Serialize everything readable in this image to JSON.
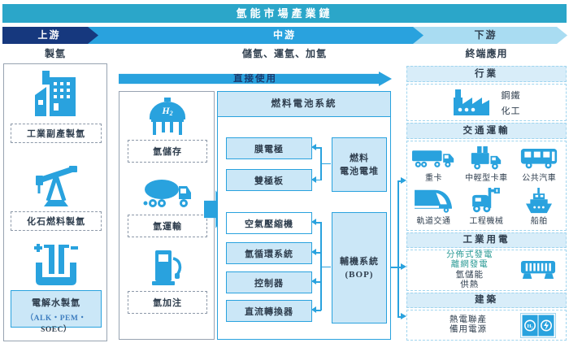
{
  "title": "氫能市場產業鏈",
  "stages": {
    "up": "上游",
    "mid": "中游",
    "down": "下游"
  },
  "col_headers": {
    "up": "製氫",
    "mid": "儲氫、運氫、加氫",
    "down": "終端應用"
  },
  "colors": {
    "title_bar": "#2BA6C9",
    "upstream_band": "#16387E",
    "midstream_band": "#29A2DE",
    "downstream_band": "#A9DCF2",
    "icon_blue": "#29A2DE",
    "box_fill": "#CBE7F7",
    "header_fill": "#D8EDF9",
    "teal_text": "#2C9B96",
    "dark_text": "#2F3E4E"
  },
  "upstream": {
    "items": [
      {
        "label": "工業副產製氫",
        "icon": "factory-icon"
      },
      {
        "label": "化石燃料製氫",
        "icon": "oil-pump-icon"
      },
      {
        "label": "電解水製氫",
        "sub_primary": "（ALK・PEM・",
        "sub_secondary": "SOEC）",
        "icon": "electrolyzer-icon"
      }
    ]
  },
  "midstream": {
    "direct_use": "直接使用",
    "chain": [
      {
        "label": "氫儲存",
        "icon": "h2-tank-icon"
      },
      {
        "label": "氫運輸",
        "icon": "tanker-truck-icon"
      },
      {
        "label": "氫加注",
        "icon": "fuel-dispenser-icon"
      }
    ],
    "fuel_cell": {
      "title": "燃料電池系統",
      "stack_components": [
        "膜電極",
        "雙極板"
      ],
      "stack": {
        "line1": "燃料",
        "line2": "電池電堆"
      },
      "bop_components": [
        "空氣壓縮機",
        "氫循環系統",
        "控制器",
        "直流轉換器"
      ],
      "bop": {
        "line1": "輔機系統",
        "line2": "(BOP)"
      }
    }
  },
  "downstream": {
    "sections": [
      {
        "title": "行業",
        "items": [
          "鋼鐵",
          "化工"
        ],
        "icon": "industry-factory-icon"
      },
      {
        "title": "交通運輸",
        "items": [
          {
            "label": "重卡",
            "icon": "heavy-truck-icon"
          },
          {
            "label": "中輕型卡車",
            "icon": "box-truck-icon"
          },
          {
            "label": "公共汽車",
            "icon": "bus-icon"
          },
          {
            "label": "軌道交通",
            "icon": "train-icon"
          },
          {
            "label": "工程機械",
            "icon": "forklift-icon"
          },
          {
            "label": "船舶",
            "icon": "ship-icon"
          }
        ]
      },
      {
        "title": "工業用電",
        "highlight_items": [
          "分佈式發電",
          "離網發電"
        ],
        "items": [
          "氫儲能",
          "供熱"
        ],
        "icon": "generator-icon"
      },
      {
        "title": "建築",
        "items": [
          "熱電聯產",
          "備用電源"
        ],
        "icon": "power-units-icon"
      }
    ]
  }
}
